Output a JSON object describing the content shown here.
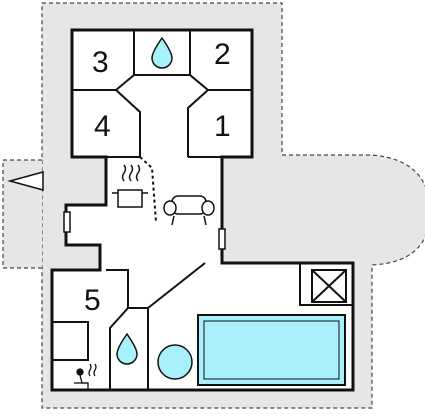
{
  "colors": {
    "plot": "#e6e6e6",
    "wall": "#111111",
    "floor": "#ffffff",
    "water": "#a8f0fb",
    "pool": "#a8f0fb",
    "boundary": "#444444"
  },
  "rooms": [
    {
      "number": "3"
    },
    {
      "number": "2"
    },
    {
      "number": "4"
    },
    {
      "number": "1"
    },
    {
      "number": "5"
    }
  ],
  "icons": [
    "entrance-arrow-icon",
    "water-drop-icon",
    "kitchen-pot-icon",
    "armchair-icon",
    "sauna-icon",
    "window-icon",
    "closed-cross-icon"
  ]
}
